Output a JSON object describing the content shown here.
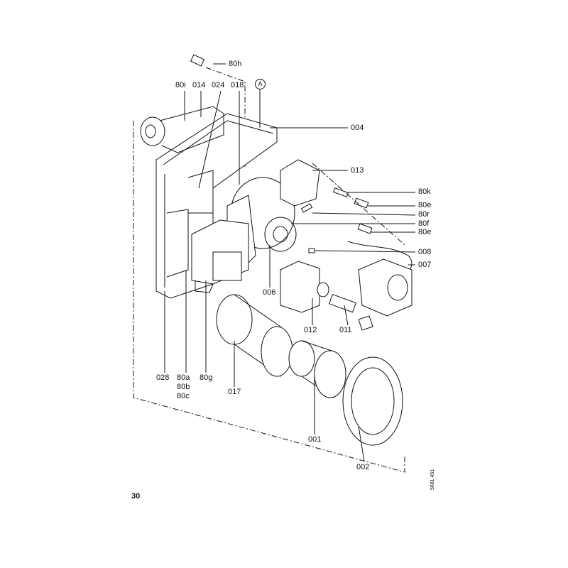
{
  "page_number": "30",
  "drawing_code": "5681 451",
  "reference_marker": "A",
  "labels": {
    "l80h": "80h",
    "l80i": "80i",
    "l014": "014",
    "l024": "024",
    "l018": "018",
    "l004": "004",
    "l013": "013",
    "l80k": "80k",
    "l80e1": "80e",
    "l80r": "80r",
    "l80f": "80f",
    "l80e2": "80e",
    "l008": "008",
    "l007": "007",
    "l006": "006",
    "l012": "012",
    "l011": "011",
    "l028": "028",
    "l80a": "80a",
    "l80b": "80b",
    "l80c": "80c",
    "l80g": "80g",
    "l017": "017",
    "l001": "001",
    "l002": "002"
  }
}
